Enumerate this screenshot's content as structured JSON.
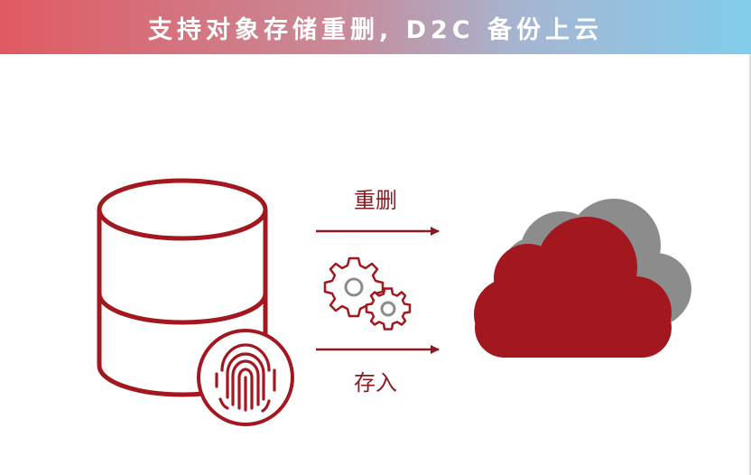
{
  "title": "支持对象存储重删, D2C 备份上云",
  "labels": {
    "dedup": "重删",
    "store": "存入"
  },
  "icons": {
    "source": "database-icon",
    "fingerprint": "fingerprint-icon",
    "process": "gears-icon",
    "target": "cloud-icon"
  },
  "colors": {
    "accent": "#a3171f",
    "gray": "#8c8c8c",
    "banner_start": "#e05a62",
    "banner_end": "#82cdec"
  }
}
